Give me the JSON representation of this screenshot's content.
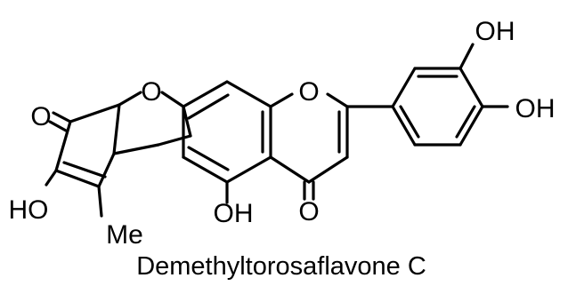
{
  "compound": {
    "name": "Demethyltorosaflavone C"
  },
  "atom_labels": {
    "ketone_o_left": "O",
    "furan_o": "O",
    "pyranone_o": "O",
    "carbonyl_o_bottom": "O",
    "oh_top": "OH",
    "oh_right": "OH",
    "ho_left": "HO",
    "oh_middle": "OH",
    "methyl": "Me"
  },
  "colors": {
    "ink": "#000000",
    "background": "#ffffff"
  }
}
